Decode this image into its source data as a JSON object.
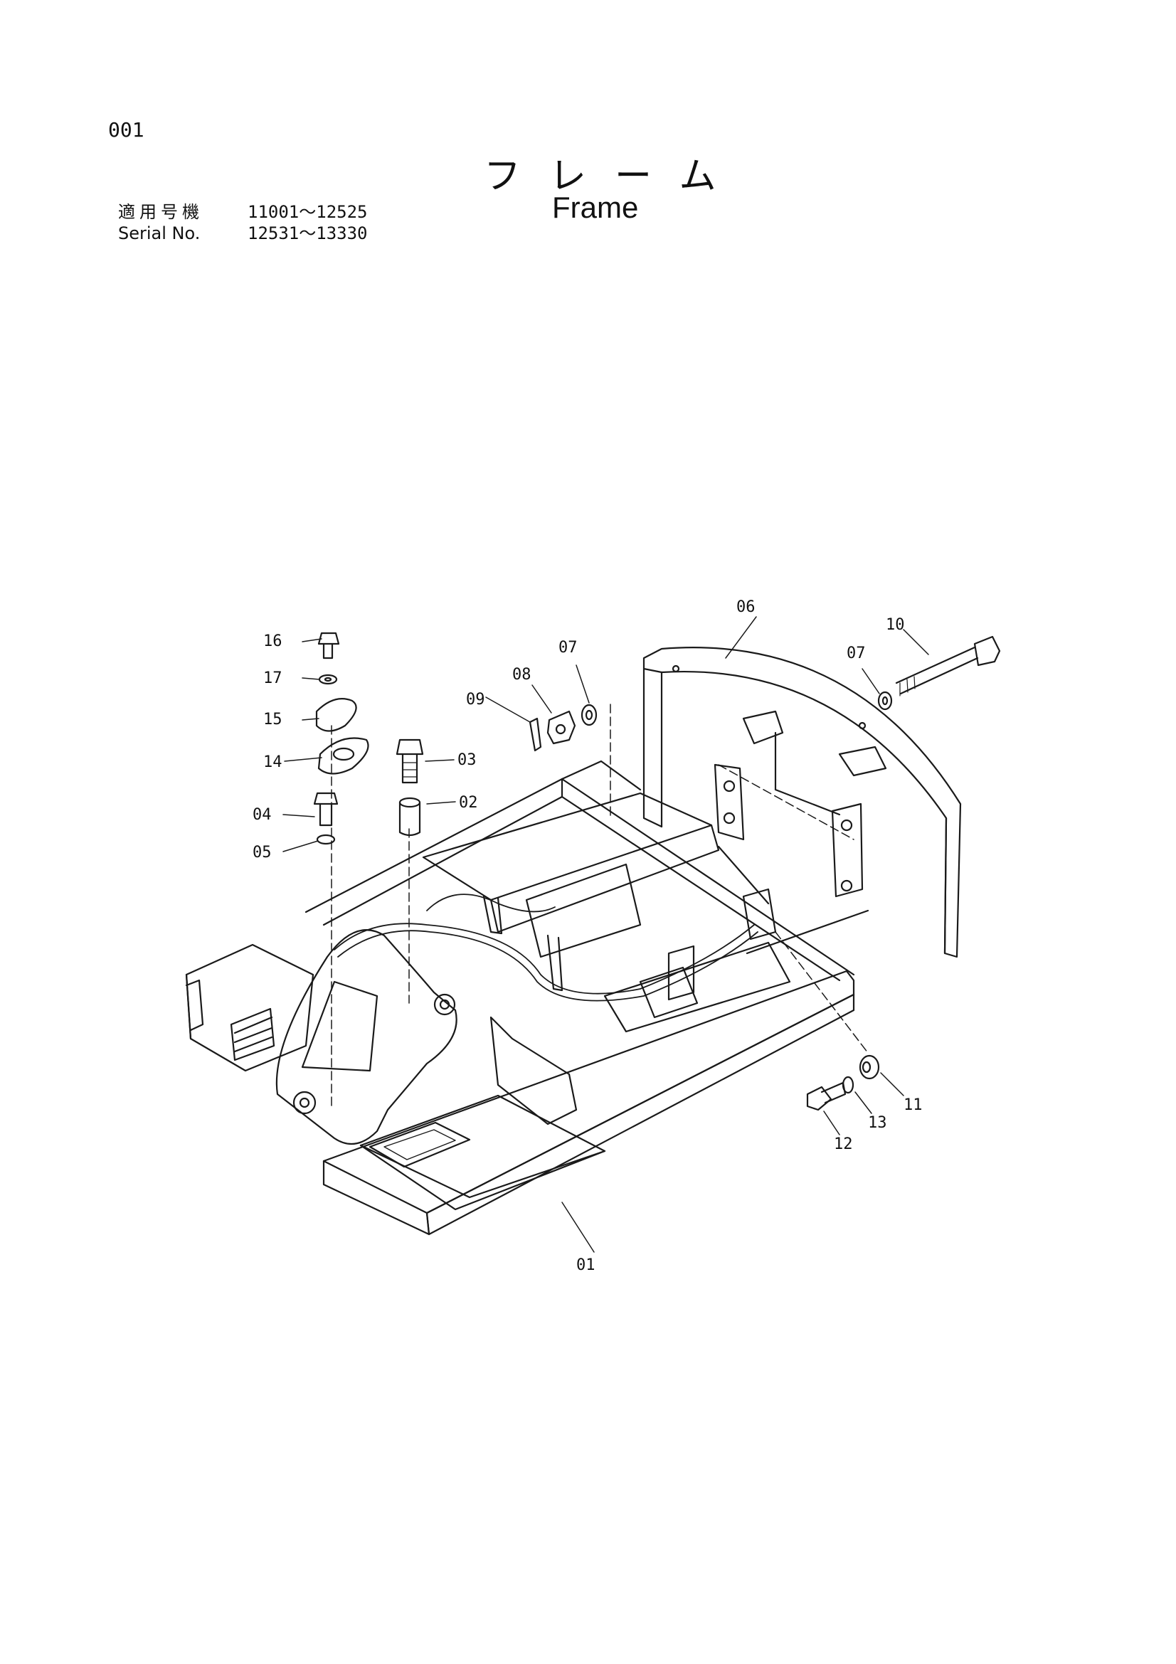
{
  "header": {
    "page_number": "001",
    "title_jp": "フレーム",
    "title_en": "Frame"
  },
  "serial": {
    "label_jp": "適用号機",
    "range_jp": "11001～12525",
    "label_en": "Serial No.",
    "range_en": "12531～13330"
  },
  "callouts": [
    "01",
    "02",
    "03",
    "04",
    "05",
    "06",
    "07",
    "07",
    "08",
    "09",
    "10",
    "11",
    "12",
    "13",
    "14",
    "15",
    "16",
    "17"
  ],
  "colors": {
    "line": "#1a1a1a",
    "background": "#ffffff"
  }
}
